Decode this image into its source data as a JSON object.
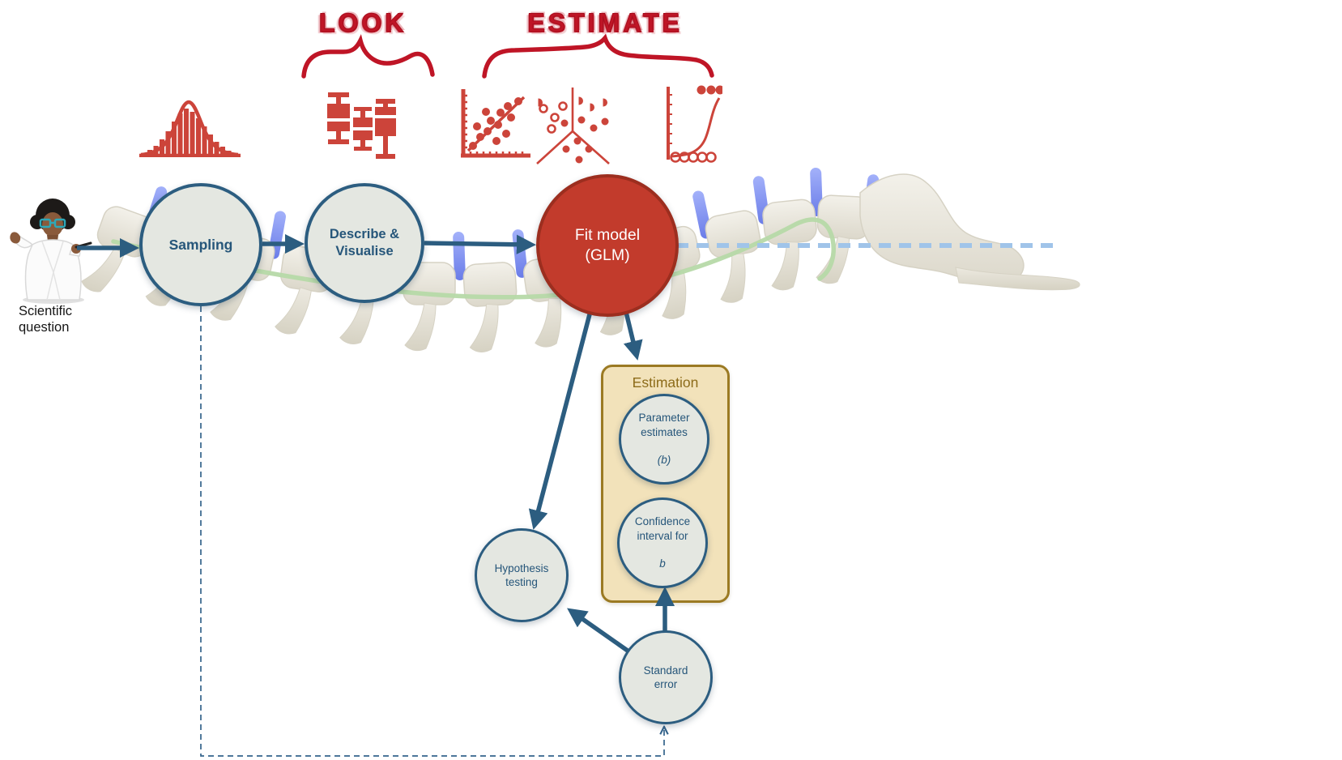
{
  "titles": {
    "look": "LOOK",
    "estimate": "ESTIMATE"
  },
  "actor": {
    "label": "Scientific\nquestion"
  },
  "nodes": {
    "sampling": {
      "label": "Sampling"
    },
    "describe": {
      "label": "Describe &\nVisualise"
    },
    "fit_model": {
      "label": "Fit model\n(GLM)"
    },
    "parameter_estimates": {
      "label": "Parameter\nestimates",
      "symbol": "(b)"
    },
    "confidence_interval": {
      "label": "Confidence\ninterval for",
      "symbol": "b"
    },
    "hypothesis": {
      "label": "Hypothesis\ntesting"
    },
    "std_error": {
      "label": "Standard\nerror"
    }
  },
  "estimation_box": {
    "title": "Estimation"
  },
  "icons": {
    "histogram": "histogram-density-icon",
    "boxplot": "boxplots-icon",
    "scatter_regression": "scatter-regression-icon",
    "scatter_groups": "grouped-scatter-icon",
    "logistic": "logistic-curve-icon"
  },
  "colors": {
    "accent_blue": "#2c5d80",
    "node_fill": "#e4e7e1",
    "node_text": "#26567a",
    "red_node": "#c23b2c",
    "red_node_border": "#9c2e1f",
    "crimson_title": "#bf1526",
    "icon_red": "#cc443a",
    "box_fill": "#f2e2ba",
    "box_border": "#9b7a23",
    "box_title": "#8d6c1a",
    "disc_blue": "#8495f4",
    "green_line": "#b6d9a8",
    "dashed_blue": "#a0c4e9"
  }
}
